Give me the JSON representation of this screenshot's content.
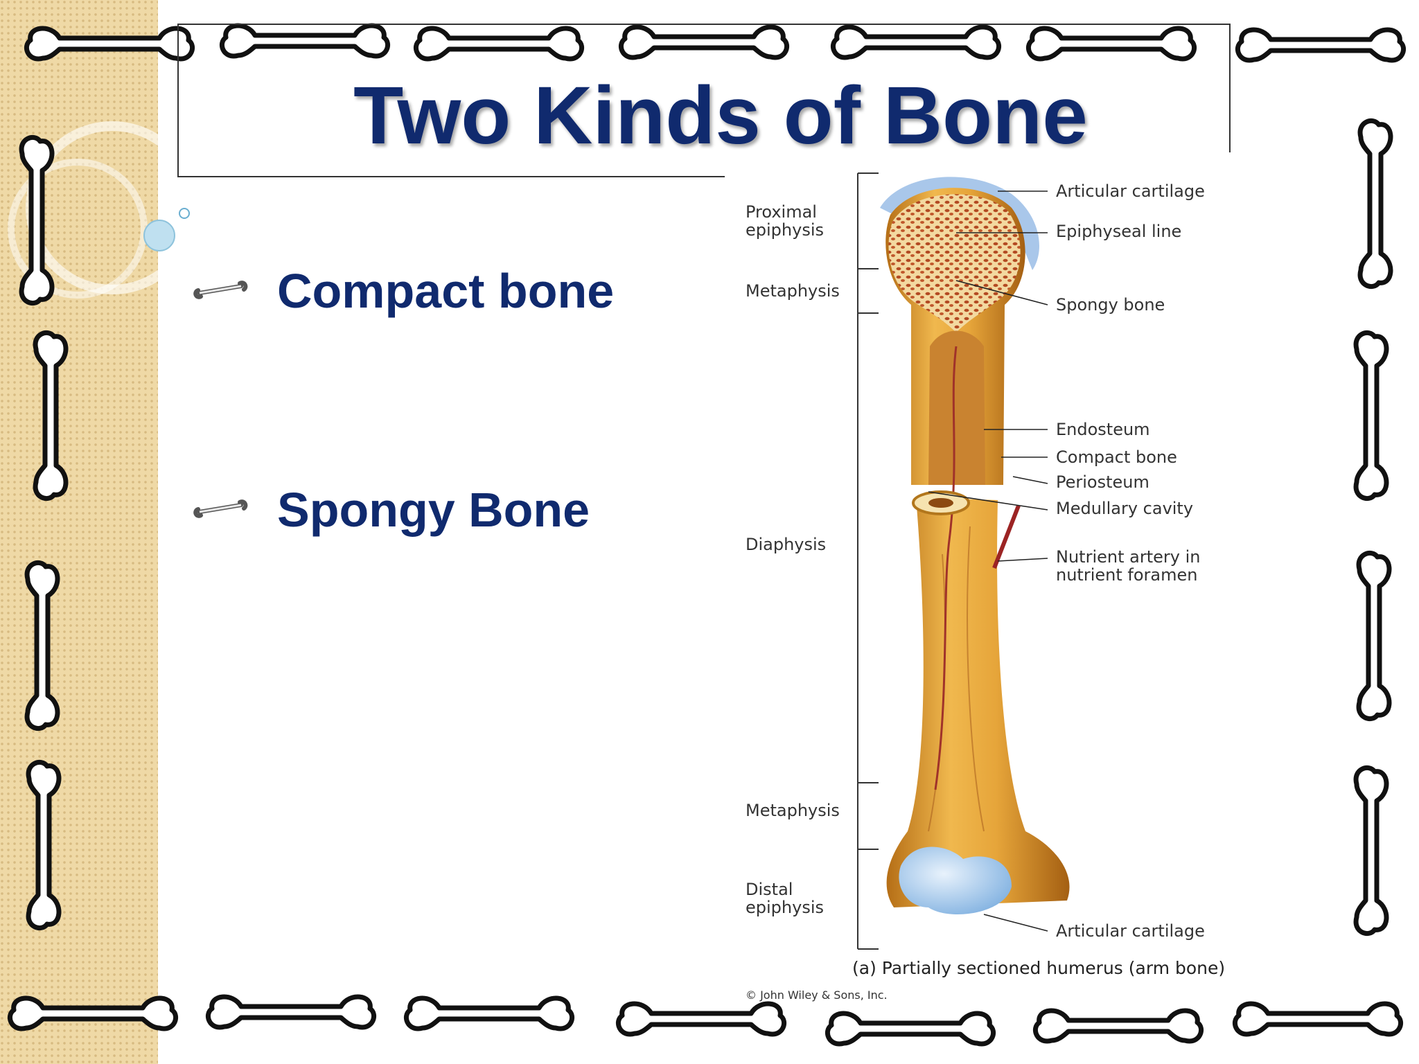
{
  "slide": {
    "title": "Two Kinds of Bone",
    "bullets": [
      {
        "text": "Compact bone",
        "icon": "bone-bullet-icon"
      },
      {
        "text": "Spongy Bone",
        "icon": "bone-bullet-icon"
      }
    ]
  },
  "figure": {
    "left_labels": {
      "proximal_1": "Proximal",
      "proximal_2": "epiphysis",
      "metaphysis_top": "Metaphysis",
      "diaphysis": "Diaphysis",
      "metaphysis_bottom": "Metaphysis",
      "distal_1": "Distal",
      "distal_2": "epiphysis"
    },
    "right_labels": {
      "articular_top": "Articular cartilage",
      "epiphyseal_line": "Epiphyseal line",
      "spongy_bone": "Spongy bone",
      "endosteum": "Endosteum",
      "compact_bone": "Compact bone",
      "periosteum": "Periosteum",
      "medullary_cavity": "Medullary cavity",
      "nutrient_1": "Nutrient artery in",
      "nutrient_2": "nutrient foramen",
      "articular_bottom": "Articular cartilage"
    },
    "caption": "(a) Partially sectioned humerus (arm bone)",
    "copyright": "© John Wiley & Sons, Inc."
  },
  "colors": {
    "title": "#102a6e",
    "bone_tan": "#e0a23a",
    "cartilage_blue": "#9cc4ea",
    "strip": "#efd9a6"
  }
}
